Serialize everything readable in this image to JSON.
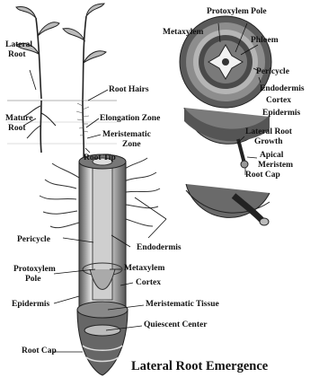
{
  "title": "Lateral Root Emergence",
  "plant_panel": {
    "lateral_root": [
      "Lateral",
      "Root"
    ],
    "root_hairs": "Root Hairs",
    "mature_root": [
      "Mature",
      "Root"
    ],
    "elongation_zone": "Elongation Zone",
    "meristematic_zone": [
      "Meristematic",
      "Zone"
    ],
    "root_tip": "Root Tip"
  },
  "cross_section_panel": {
    "protoxylem_pole": "Protoxylem Pole",
    "metaxylem": "Metaxylem",
    "phloem": "Phloem",
    "pericycle": "Pericycle",
    "endodermis": "Endodermis",
    "cortex": "Cortex",
    "epidermis": "Epidermis",
    "lateral_root_growth": [
      "Lateral Root",
      "Growth"
    ],
    "apical_meristem": [
      "Apical",
      "Meristem"
    ],
    "root_cap": "Root Cap"
  },
  "root_panel": {
    "pericycle": "Pericycle",
    "endodermis": "Endodermis",
    "protoxylem_pole": [
      "Protoxylem",
      "Pole"
    ],
    "metaxylem": "Metaxylem",
    "cortex": "Cortex",
    "epidermis": "Epidermis",
    "meristematic_tissue": "Meristematic Tissue",
    "quiescent_center": "Quiescent Center",
    "root_cap": "Root Cap"
  }
}
